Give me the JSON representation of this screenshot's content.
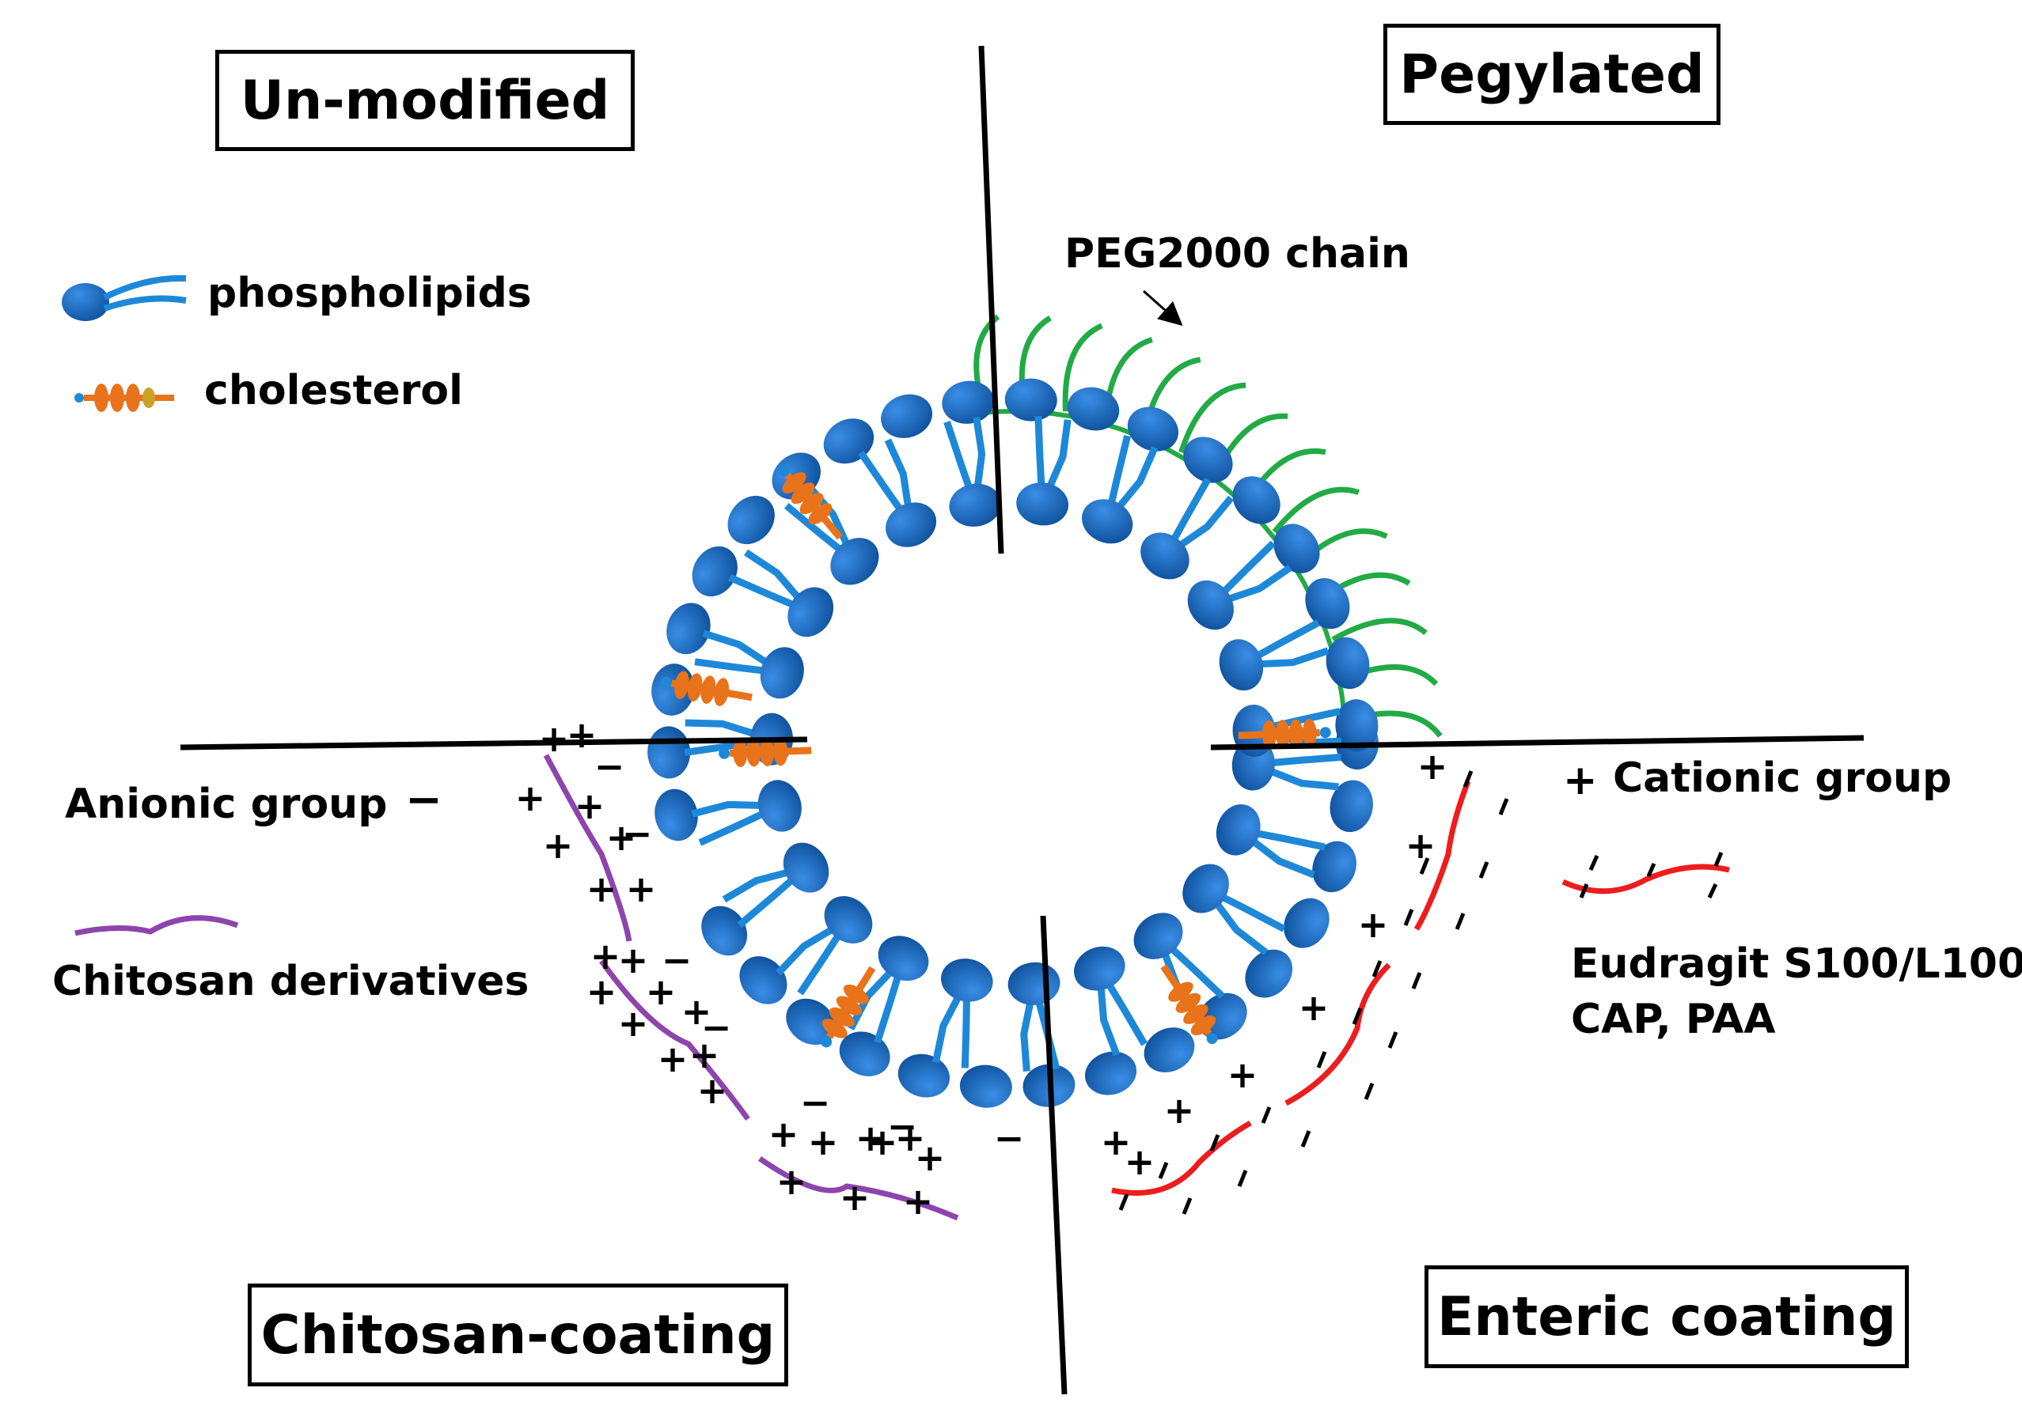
{
  "quadrants": {
    "top_left": "Un-modified",
    "top_right": "Pegylated",
    "bottom_left": "Chitosan-coating",
    "bottom_right": "Enteric coating"
  },
  "legend": {
    "phospholipids": "phospholipids",
    "cholesterol": "cholesterol"
  },
  "labels": {
    "peg_chain": "PEG2000 chain",
    "anionic_group": "Anionic group",
    "anionic_symbol": "−",
    "cationic_symbol": "+",
    "cationic_group": "Cationic group",
    "chitosan_derivatives": "Chitosan derivatives",
    "enteric_line1": "Eudragit S100/L100",
    "enteric_line2": "CAP, PAA"
  },
  "colors": {
    "lipid_head": "#1565b8",
    "lipid_tail": "#1e88d8",
    "peg": "#22aa44",
    "chitosan": "#8e44ad",
    "enteric": "#ee1c1c",
    "cholesterol_ring": "#e8731a",
    "cholesterol_head": "#1e88d8"
  },
  "icons": {
    "phospholipid": "phospholipid-icon",
    "cholesterol": "cholesterol-icon",
    "chitosan": "chitosan-chain-icon",
    "enteric": "enteric-polymer-icon"
  }
}
